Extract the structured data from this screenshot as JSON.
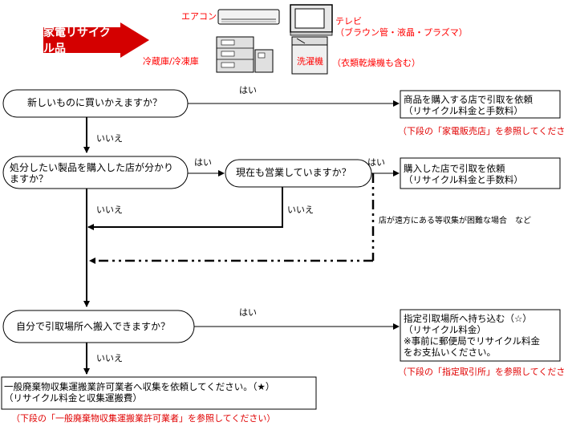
{
  "header": {
    "banner_label": "家電リサイクル品",
    "appliances": {
      "aircon": "エアコン",
      "tv": "テレビ",
      "tv_types": "（ブラウン管・液晶・プラズマ）",
      "fridge": "冷蔵庫/冷凍庫",
      "washer": "洗濯機",
      "dryer_note": "（衣類乾燥機も含む）"
    }
  },
  "questions": {
    "q1": "新しいものに買いかえますか？",
    "q2": "処分したい製品を購入した店が分かり\nますか？",
    "q3": "現在も営業していますか？",
    "q4": "自分で引取場所へ搬入できますか？"
  },
  "answers": {
    "yes": "はい",
    "no": "いいえ"
  },
  "results": {
    "r1": "商品を購入する店で引取を依頼\n（リサイクル料金と手数料）",
    "r2": "購入した店で引取を依頼\n（リサイクル料金と手数料）",
    "r3": "指定引取場所へ持ち込む（☆）\n（リサイクル料金）\n※事前に郵便局でリサイクル料金\nをお支払いください。",
    "r4": "一般廃棄物収集運搬業許可業者へ収集を依頼してください。（★）\n（リサイクル料金と収集運搬費）"
  },
  "notes": {
    "n1": "（下段の「家電販売店」を参照してください）",
    "n3": "（下段の「指定取引所」を参照してください）",
    "n4": "（下段の「一般廃棄物収集運搬業許可業者」を参照してください）",
    "far_case": "店が遠方にある等収集が困難な場合　など"
  },
  "colors": {
    "accent_red": "#d40000",
    "note_red": "#e00000",
    "line": "#000000"
  }
}
